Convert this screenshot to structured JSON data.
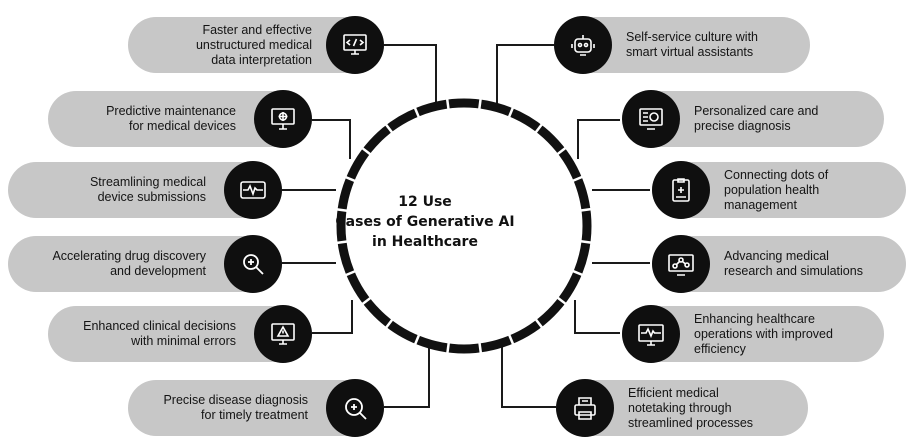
{
  "center": {
    "title_line1": "12 Use",
    "title_line2": "Cases of Generative AI",
    "title_line3": "in Healthcare"
  },
  "left_items": [
    {
      "line1": "Faster and effective",
      "line2": "unstructured medical",
      "line3": "data interpretation",
      "icon": "monitor-code-icon"
    },
    {
      "line1": "Predictive maintenance",
      "line2": "for medical devices",
      "line3": "",
      "icon": "device-maintenance-icon"
    },
    {
      "line1": "Streamlining medical",
      "line2": "device submissions",
      "line3": "",
      "icon": "ecg-monitor-icon"
    },
    {
      "line1": "Accelerating drug discovery",
      "line2": "and development",
      "line3": "",
      "icon": "magnifier-icon"
    },
    {
      "line1": "Enhanced clinical decisions",
      "line2": "with minimal errors",
      "line3": "",
      "icon": "warning-screen-icon"
    },
    {
      "line1": "Precise disease diagnosis",
      "line2": "for timely treatment",
      "line3": "",
      "icon": "diagnosis-search-icon"
    }
  ],
  "right_items": [
    {
      "line1": "Self-service culture with",
      "line2": "smart virtual assistants",
      "line3": "",
      "icon": "robot-assistant-icon"
    },
    {
      "line1": "Personalized care and",
      "line2": "precise diagnosis",
      "line3": "",
      "icon": "care-screen-icon"
    },
    {
      "line1": "Connecting dots of",
      "line2": "population health",
      "line3": "management",
      "icon": "health-clipboard-icon"
    },
    {
      "line1": "Advancing medical",
      "line2": "research and simulations",
      "line3": "",
      "icon": "research-network-icon"
    },
    {
      "line1": "Enhancing healthcare",
      "line2": "operations with improved",
      "line3": "efficiency",
      "icon": "heartbeat-monitor-icon"
    },
    {
      "line1": "Efficient medical",
      "line2": "notetaking through",
      "line3": "streamlined processes",
      "icon": "document-printer-icon"
    }
  ]
}
